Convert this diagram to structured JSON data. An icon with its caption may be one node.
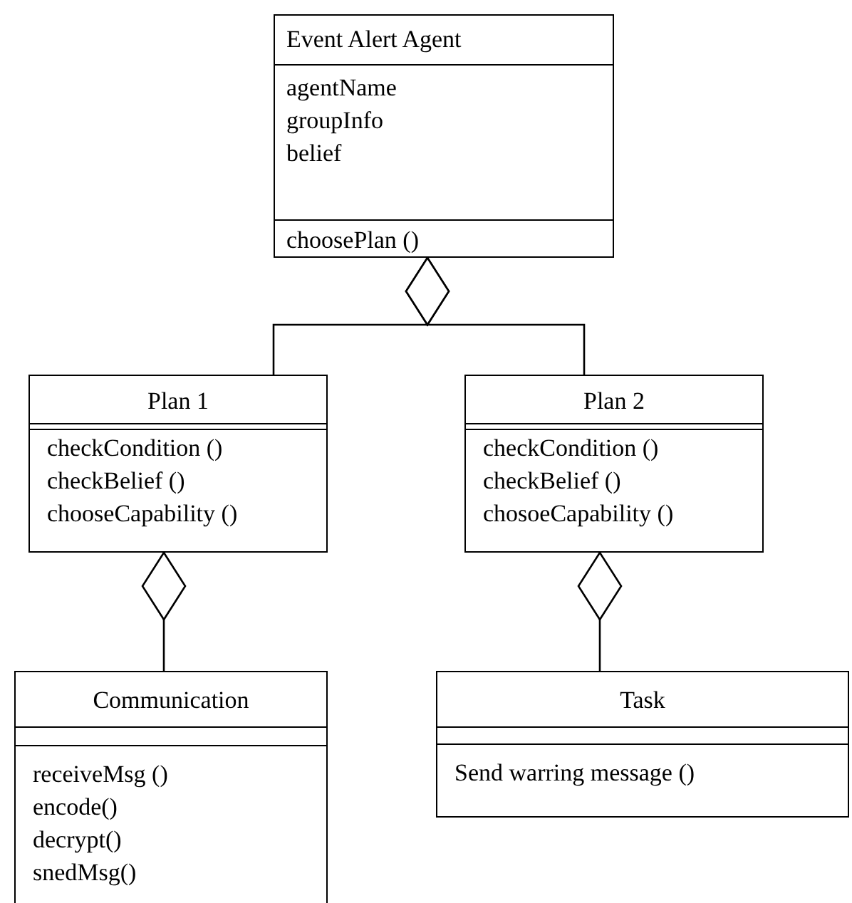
{
  "diagram": {
    "nodes": [
      {
        "text": [
          "Event Alert Agent",
          "agentName",
          "groupInfo",
          "belief",
          "choosePlan  ()"
        ]
      },
      {
        "text": [
          "Plan 1",
          "checkCondition ()",
          "checkBelief ()",
          "chooseCapability  ()"
        ]
      },
      {
        "text": [
          "Plan 2",
          "checkCondition ()",
          "checkBelief ()",
          "chosoeCapability  ()"
        ]
      },
      {
        "text": [
          "Communication",
          "receiveMsg ()",
          "encode()",
          "decrypt()",
          "snedMsg()"
        ]
      },
      {
        "text": [
          "Task",
          "Send warring message ()"
        ]
      }
    ],
    "edges": [
      {
        "from": 1,
        "to": 0,
        "arrow": "other"
      },
      {
        "from": 2,
        "to": 0,
        "arrow": "other"
      },
      {
        "from": 3,
        "to": 1,
        "arrow": "other"
      },
      {
        "from": 4,
        "to": 2,
        "arrow": "other"
      }
    ]
  }
}
